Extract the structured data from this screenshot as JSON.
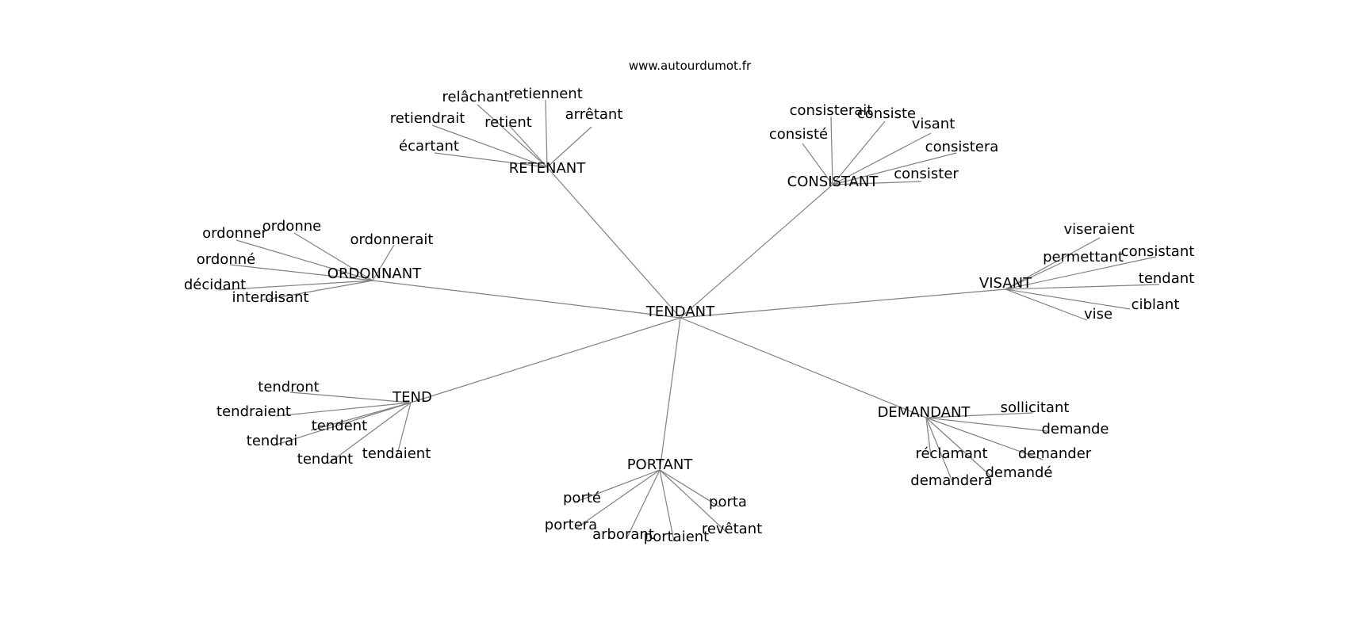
{
  "site_label": "www.autourdumot.fr",
  "root": "TENDANT",
  "hubs": [
    {
      "id": "retenant",
      "label": "RETENANT",
      "leaves": [
        "écartant",
        "retiendrait",
        "relâchant",
        "retient",
        "retiennent",
        "arrêtant"
      ]
    },
    {
      "id": "consistant",
      "label": "CONSISTANT",
      "leaves": [
        "consisté",
        "consisterait",
        "consiste",
        "visant",
        "consistera",
        "consister"
      ]
    },
    {
      "id": "ordonnant",
      "label": "ORDONNANT",
      "leaves": [
        "ordonner",
        "ordonne",
        "ordonnerait",
        "ordonné",
        "décidant",
        "interdisant"
      ]
    },
    {
      "id": "visant",
      "label": "VISANT",
      "leaves": [
        "viseraient",
        "permettant",
        "consistant",
        "tendant",
        "ciblant",
        "vise"
      ]
    },
    {
      "id": "tend",
      "label": "TEND",
      "leaves": [
        "tendront",
        "tendraient",
        "tendent",
        "tendrai",
        "tendant",
        "tendaient"
      ]
    },
    {
      "id": "portant",
      "label": "PORTANT",
      "leaves": [
        "porté",
        "portera",
        "arborant",
        "portaient",
        "revêtant",
        "porta"
      ]
    },
    {
      "id": "demandant",
      "label": "DEMANDANT",
      "leaves": [
        "sollicitant",
        "demande",
        "demander",
        "demandé",
        "réclamant",
        "demandera"
      ]
    }
  ]
}
